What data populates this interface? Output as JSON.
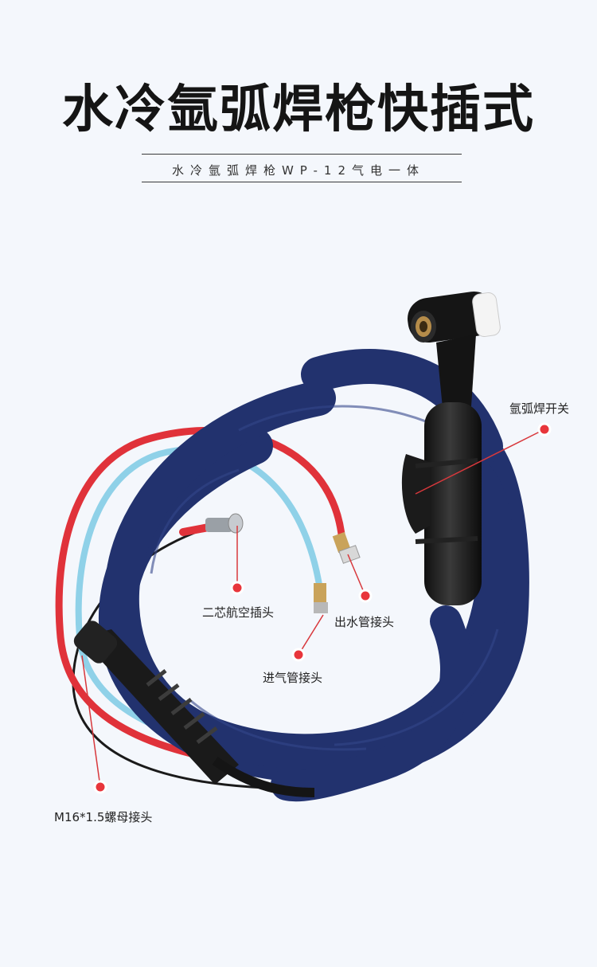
{
  "header": {
    "title": "水冷氩弧焊枪快插式",
    "subtitle": "水冷氩弧焊枪WP-12气电一体"
  },
  "callouts": {
    "switch": "氩弧焊开关",
    "aviation_plug": "二芯航空插头",
    "water_out": "出水管接头",
    "gas_in": "进气管接头",
    "nut_connector": "M16*1.5螺母接头"
  },
  "colors": {
    "background": "#f4f7fc",
    "sheath": "#22326e",
    "red_hose": "#e0323a",
    "blue_hose": "#8fd1e8",
    "callout_dot": "#e8353b"
  }
}
